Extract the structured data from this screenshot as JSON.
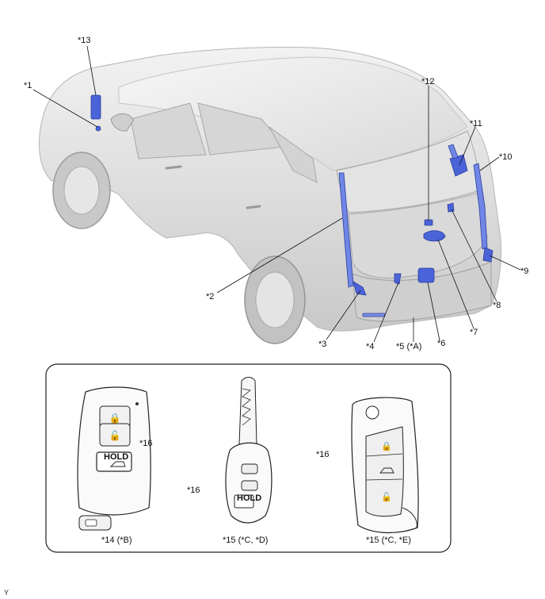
{
  "callouts": {
    "c1": "*1",
    "c2": "*2",
    "c3": "*3",
    "c4": "*4",
    "c5": "*5 (*A)",
    "c6": "*6",
    "c7": "*7",
    "c8": "*8",
    "c9": "*9",
    "c10": "*10",
    "c11": "*11",
    "c12": "*12",
    "c13": "*13",
    "c14": "*14 (*B)",
    "c15a": "*15 (*C, *D)",
    "c15b": "*15 (*C, *E)",
    "c16a": "*16",
    "c16b": "*16",
    "c16c": "*16"
  },
  "key_buttons": {
    "hold_a": "HOLD",
    "hold_b": "HOLD"
  },
  "corner_mark": "Y",
  "colors": {
    "highlight": "#4a63d8",
    "vehicle_body": "#dcdcdc",
    "outline": "#333333"
  }
}
